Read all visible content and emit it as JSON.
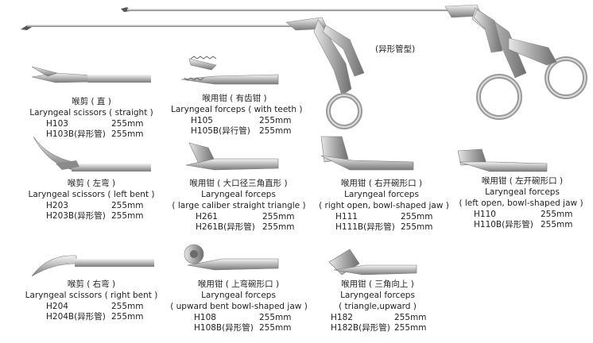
{
  "header_note": "(异形管型)",
  "products": [
    {
      "cn": "喉剪 ( 直 )",
      "en": "Laryngeal scissors ( straight )",
      "variants": [
        {
          "code": "H103",
          "size": "255mm"
        },
        {
          "code": "H103B(异形管)",
          "size": "255mm"
        }
      ]
    },
    {
      "cn": "喉用钳 ( 有齿钳 )",
      "en": "Laryngeal forceps ( with teeth )",
      "variants": [
        {
          "code": "H105",
          "size": "255mm"
        },
        {
          "code": "H105B(异行管)",
          "size": "255mm"
        }
      ]
    },
    {
      "cn": "喉剪 ( 左弯 )",
      "en": "Laryngeal scissors ( left bent )",
      "variants": [
        {
          "code": "H203",
          "size": "255mm"
        },
        {
          "code": "H203B(异形管)",
          "size": "255mm"
        }
      ]
    },
    {
      "cn": "喉用钳 ( 大口径三角直形 )",
      "en": "Laryngeal forceps",
      "en2": "( large caliber straight triangle )",
      "variants": [
        {
          "code": "H261",
          "size": "255mm"
        },
        {
          "code": "H261B(异形管)",
          "size": "255mm"
        }
      ]
    },
    {
      "cn": "喉用钳 ( 右开碗形口 )",
      "en": "Laryngeal forceps",
      "en2": "( right open, bowl-shaped jaw )",
      "variants": [
        {
          "code": "H111",
          "size": "255mm"
        },
        {
          "code": "H111B(异形管)",
          "size": "255mm"
        }
      ]
    },
    {
      "cn": "喉用钳 ( 左开碗形口 )",
      "en": "Laryngeal forceps",
      "en2": "( left open, bowl-shaped jaw )",
      "variants": [
        {
          "code": "H110",
          "size": "255mm"
        },
        {
          "code": "H110B(异形管)",
          "size": "255mm"
        }
      ]
    },
    {
      "cn": "喉剪 ( 右弯 )",
      "en": "Laryngeal scissors ( right bent )",
      "variants": [
        {
          "code": "H204",
          "size": "255mm"
        },
        {
          "code": "H204B(异形管)",
          "size": "255mm"
        }
      ]
    },
    {
      "cn": "喉用钳 ( 上弯碗形口 )",
      "en": "Laryngeal forceps",
      "en2": "( upward bent bowl-shaped jaw )",
      "variants": [
        {
          "code": "H108",
          "size": "255mm"
        },
        {
          "code": "H108B(异形管)",
          "size": "255mm"
        }
      ]
    },
    {
      "cn": "喉用钳 ( 三角向上 )",
      "en": "Laryngeal forceps",
      "en2": "( triangle,upward )",
      "variants": [
        {
          "code": "H182",
          "size": "255mm"
        },
        {
          "code": "H182B(异形管)",
          "size": "255mm"
        }
      ]
    }
  ]
}
